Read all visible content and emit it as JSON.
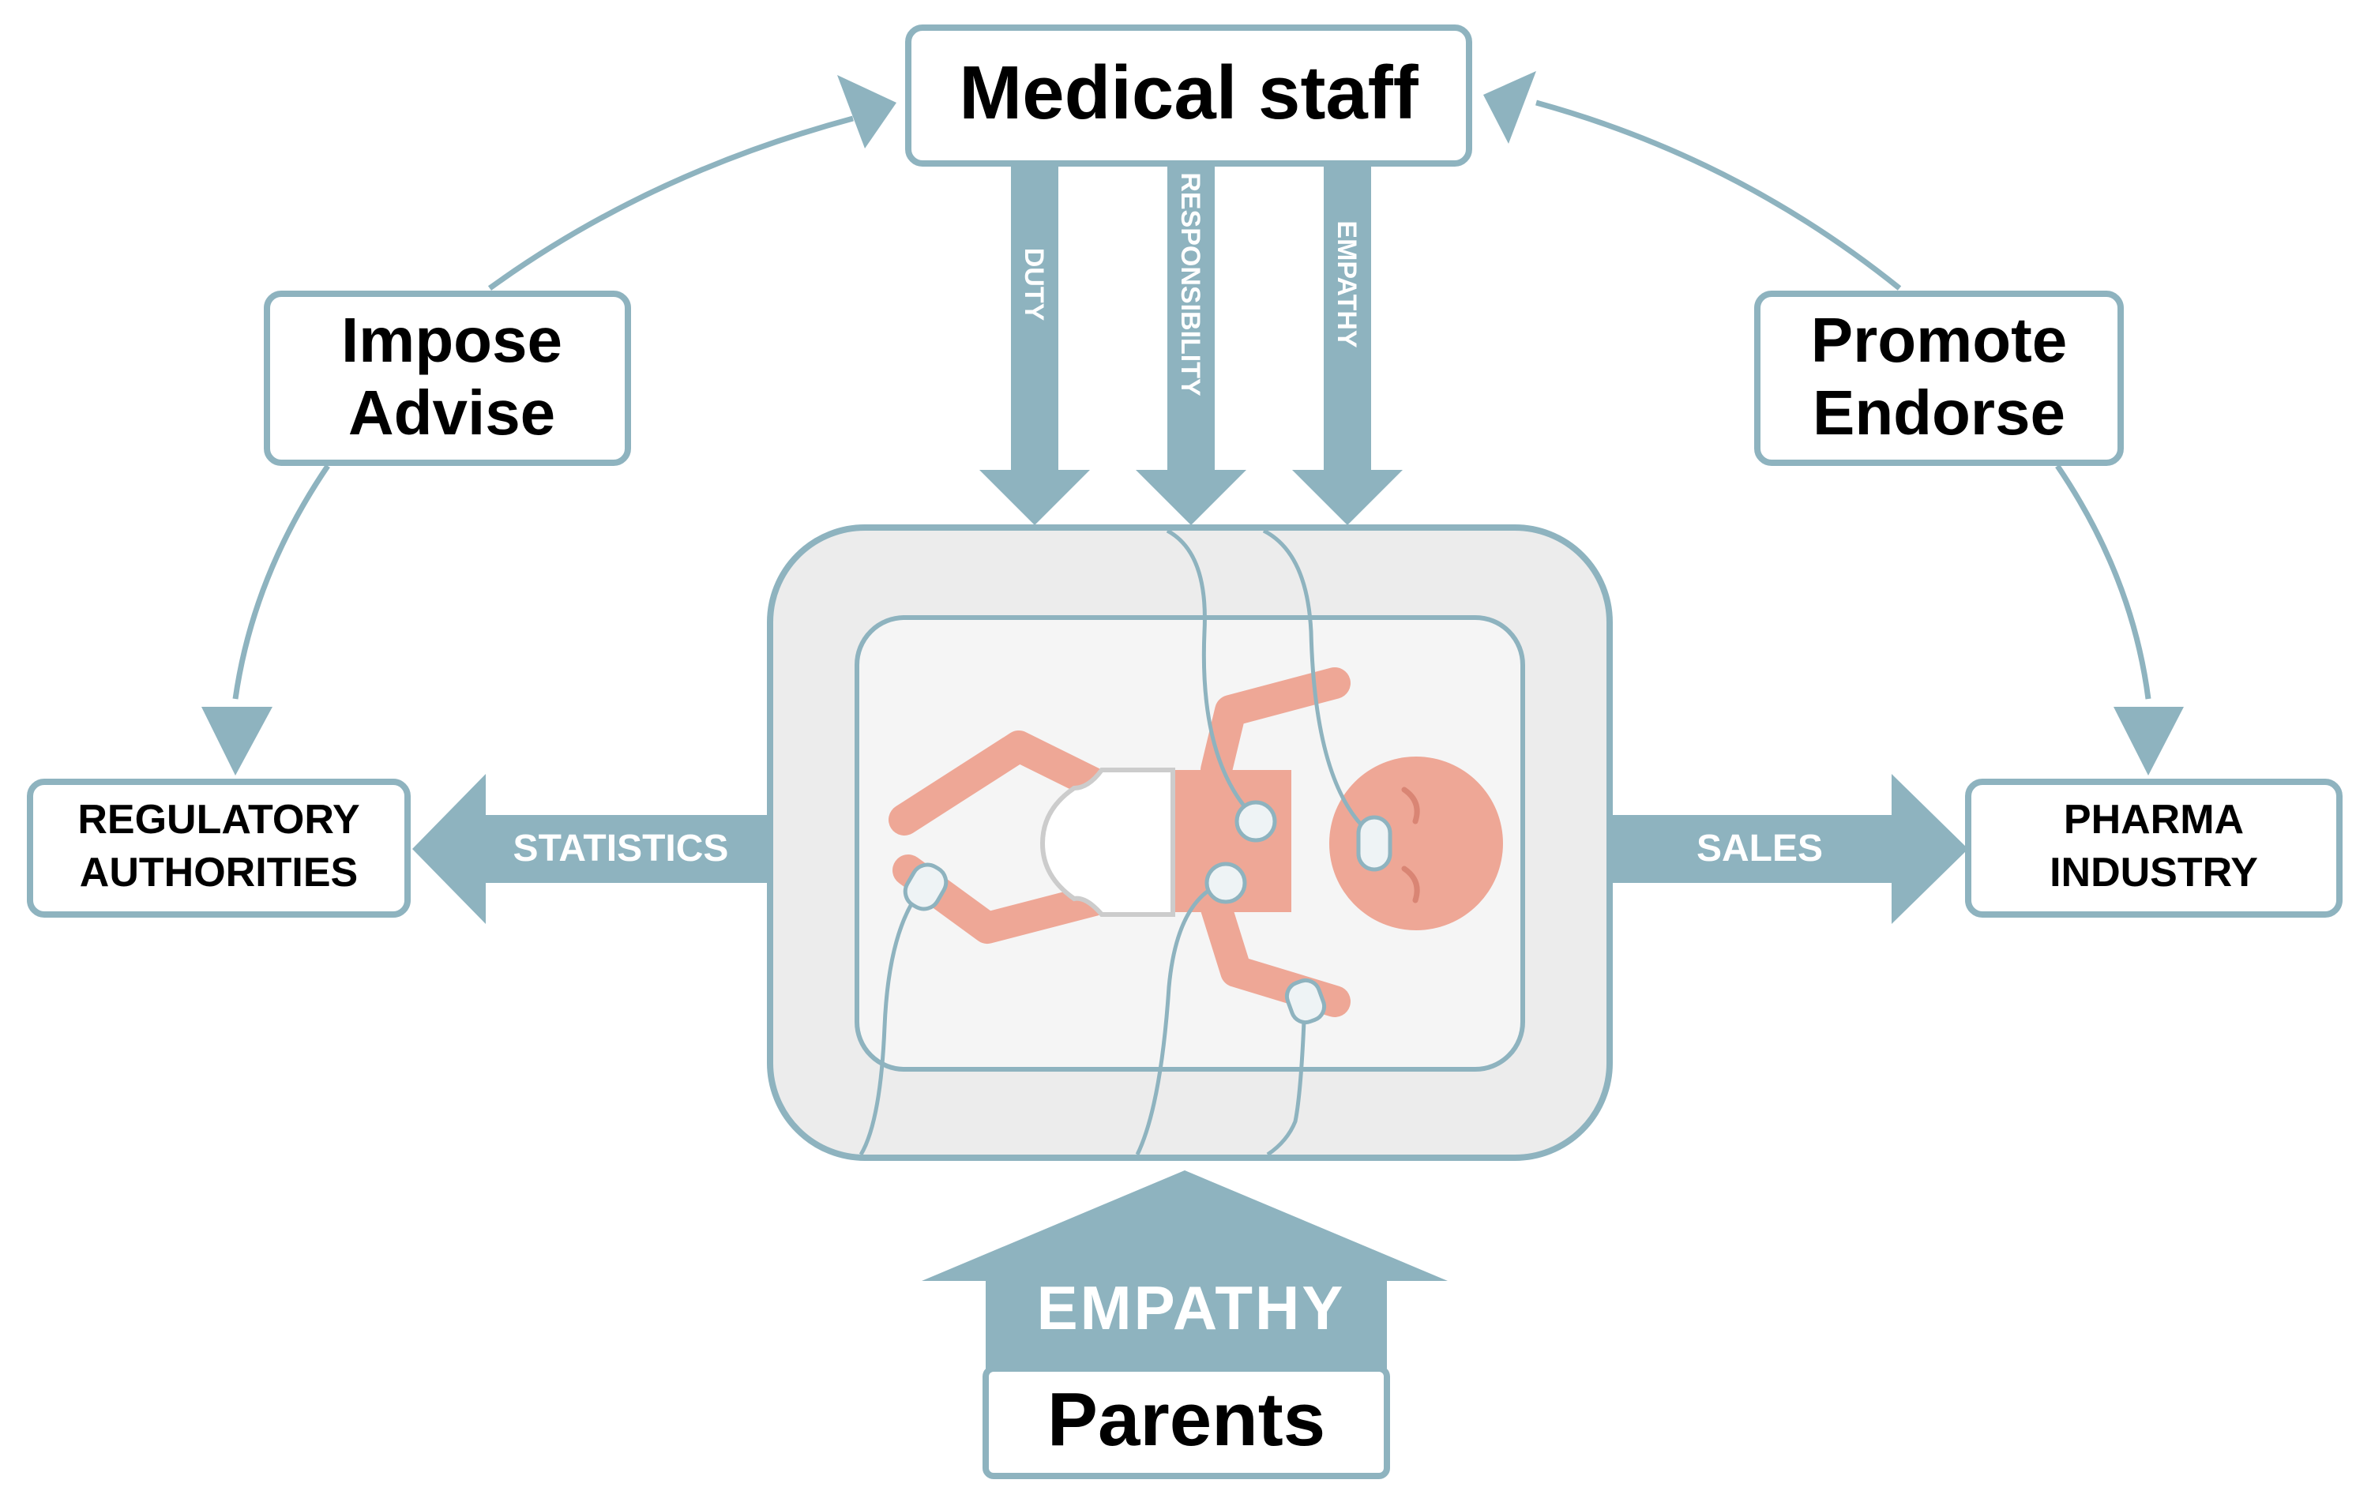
{
  "colors": {
    "arrow": "#8eb3bf",
    "box_border": "#8eb3bf",
    "incubator_outer": "#ececec",
    "incubator_inner": "#f5f5f5",
    "baby": "#eea796",
    "baby_features": "#d98574",
    "electrode": "#eef3f5"
  },
  "nodes": {
    "medical_staff": "Medical staff",
    "impose_advise": [
      "Impose",
      "Advise"
    ],
    "promote_endorse": [
      "Promote",
      "Endorse"
    ],
    "regulatory_authorities": [
      "REGULATORY",
      "AUTHORITIES"
    ],
    "pharma_industry": [
      "PHARMA",
      "INDUSTRY"
    ],
    "parents": "Parents"
  },
  "arrows": {
    "duty": "DUTY",
    "responsibility": "RESPONSIBILITY",
    "empathy_staff": "EMPATHY",
    "statistics": "STATISTICS",
    "sales": "SALES",
    "empathy_parents": "EMPATHY"
  },
  "icons": {
    "center": "incubator-with-infant-icon"
  }
}
